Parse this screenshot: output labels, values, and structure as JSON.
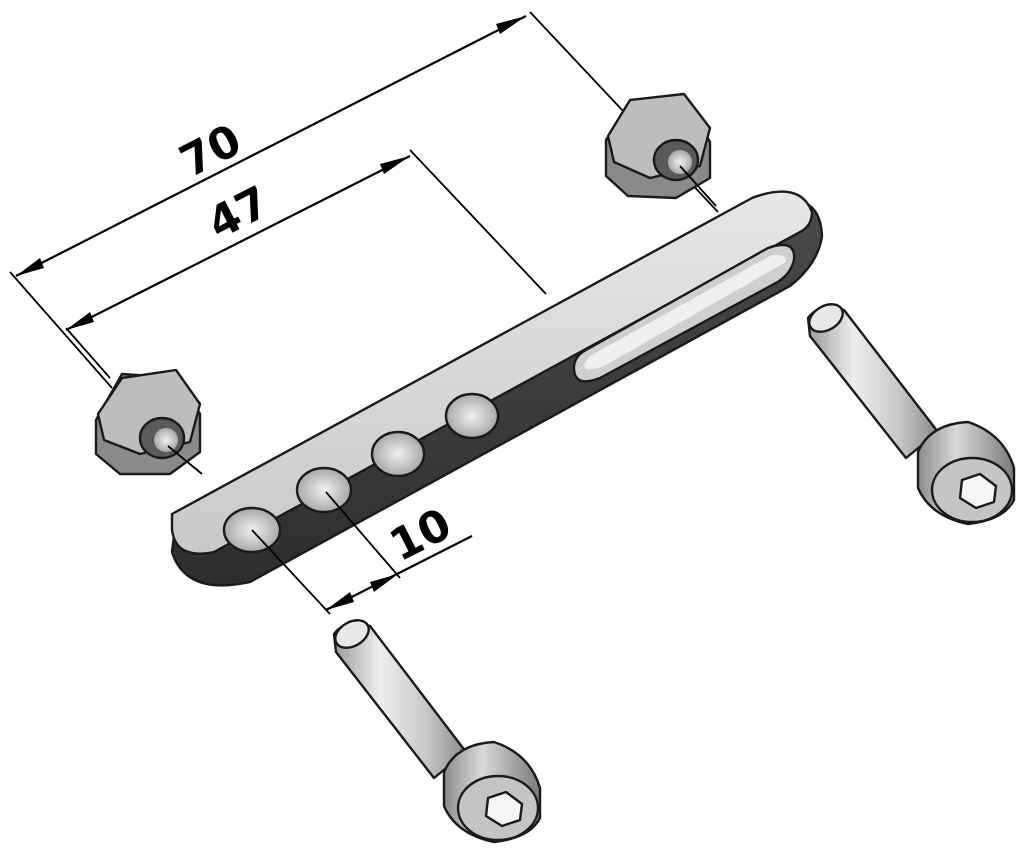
{
  "dimensions": {
    "overall_length": "70",
    "hole_span": "47",
    "hole_pitch": "10"
  },
  "colors": {
    "background": "#ffffff",
    "part_face": "#b8b8b8",
    "part_dark": "#3c3c3c",
    "part_light": "#e2e2e2",
    "outline": "#1a1a1a"
  },
  "icons": {
    "hex_socket": "hex-socket-icon"
  }
}
